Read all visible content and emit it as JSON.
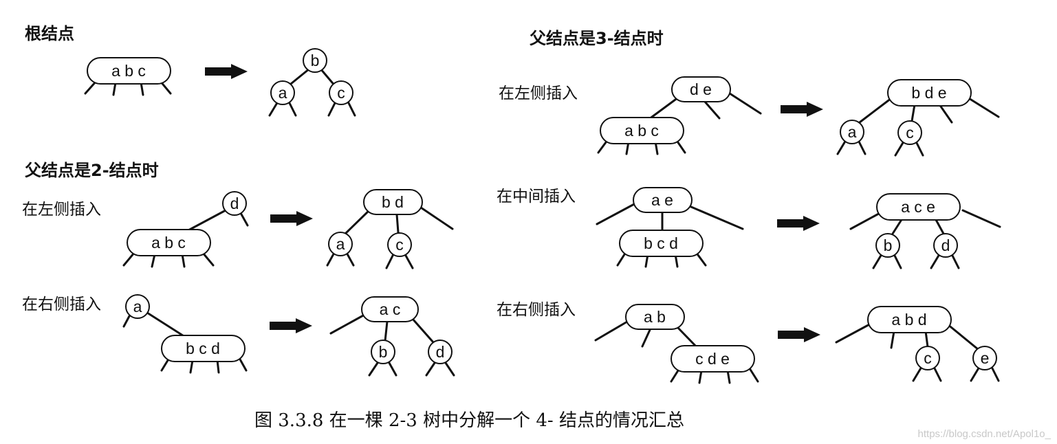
{
  "headings": {
    "root": "根结点",
    "parent_2node": "父结点是2-结点时",
    "parent_3node": "父结点是3-结点时"
  },
  "labels": {
    "insert_left": "在左侧插入",
    "insert_right": "在右侧插入",
    "insert_middle": "在中间插入"
  },
  "caption": "图 3.3.8 在一棵 2-3 树中分解一个 4- 结点的情况汇总",
  "watermark": "https://blog.csdn.net/Apol1o_",
  "nodes": {
    "root_before": "a b c",
    "root_after_top": "b",
    "root_after_left": "a",
    "root_after_right": "c",
    "p2l_before_parent": "d",
    "p2l_before_child": "a b c",
    "p2l_after_parent": "b d",
    "p2l_after_left": "a",
    "p2l_after_mid": "c",
    "p2r_before_parent": "a",
    "p2r_before_child": "b c d",
    "p2r_after_parent": "a c",
    "p2r_after_mid": "b",
    "p2r_after_right": "d",
    "p3l_before_parent": "d e",
    "p3l_before_child": "a b c",
    "p3l_after_parent": "b d e",
    "p3l_after_left": "a",
    "p3l_after_mid": "c",
    "p3m_before_parent": "a e",
    "p3m_before_child": "b c d",
    "p3m_after_parent": "a c e",
    "p3m_after_left": "b",
    "p3m_after_right": "d",
    "p3r_before_parent": "a b",
    "p3r_before_child": "c d e",
    "p3r_after_parent": "a b d",
    "p3r_after_left": "c",
    "p3r_after_right": "e"
  }
}
